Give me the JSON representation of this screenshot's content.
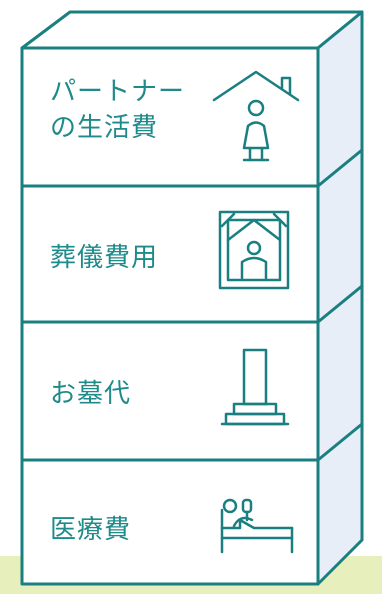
{
  "colors": {
    "stroke": "#1a7f80",
    "side_face": "#e8eef8",
    "front_face": "#ffffff",
    "ground": "#e7f0bd",
    "text": "#1f8a8a"
  },
  "blocks": [
    {
      "label_line1": "パートナー",
      "label_line2": "の生活費",
      "icon": "house-woman-icon"
    },
    {
      "label": "葬儀費用",
      "icon": "funeral-portrait-icon"
    },
    {
      "label": "お墓代",
      "icon": "gravestone-icon"
    },
    {
      "label": "医療費",
      "icon": "hospital-bed-patient-icon"
    }
  ]
}
